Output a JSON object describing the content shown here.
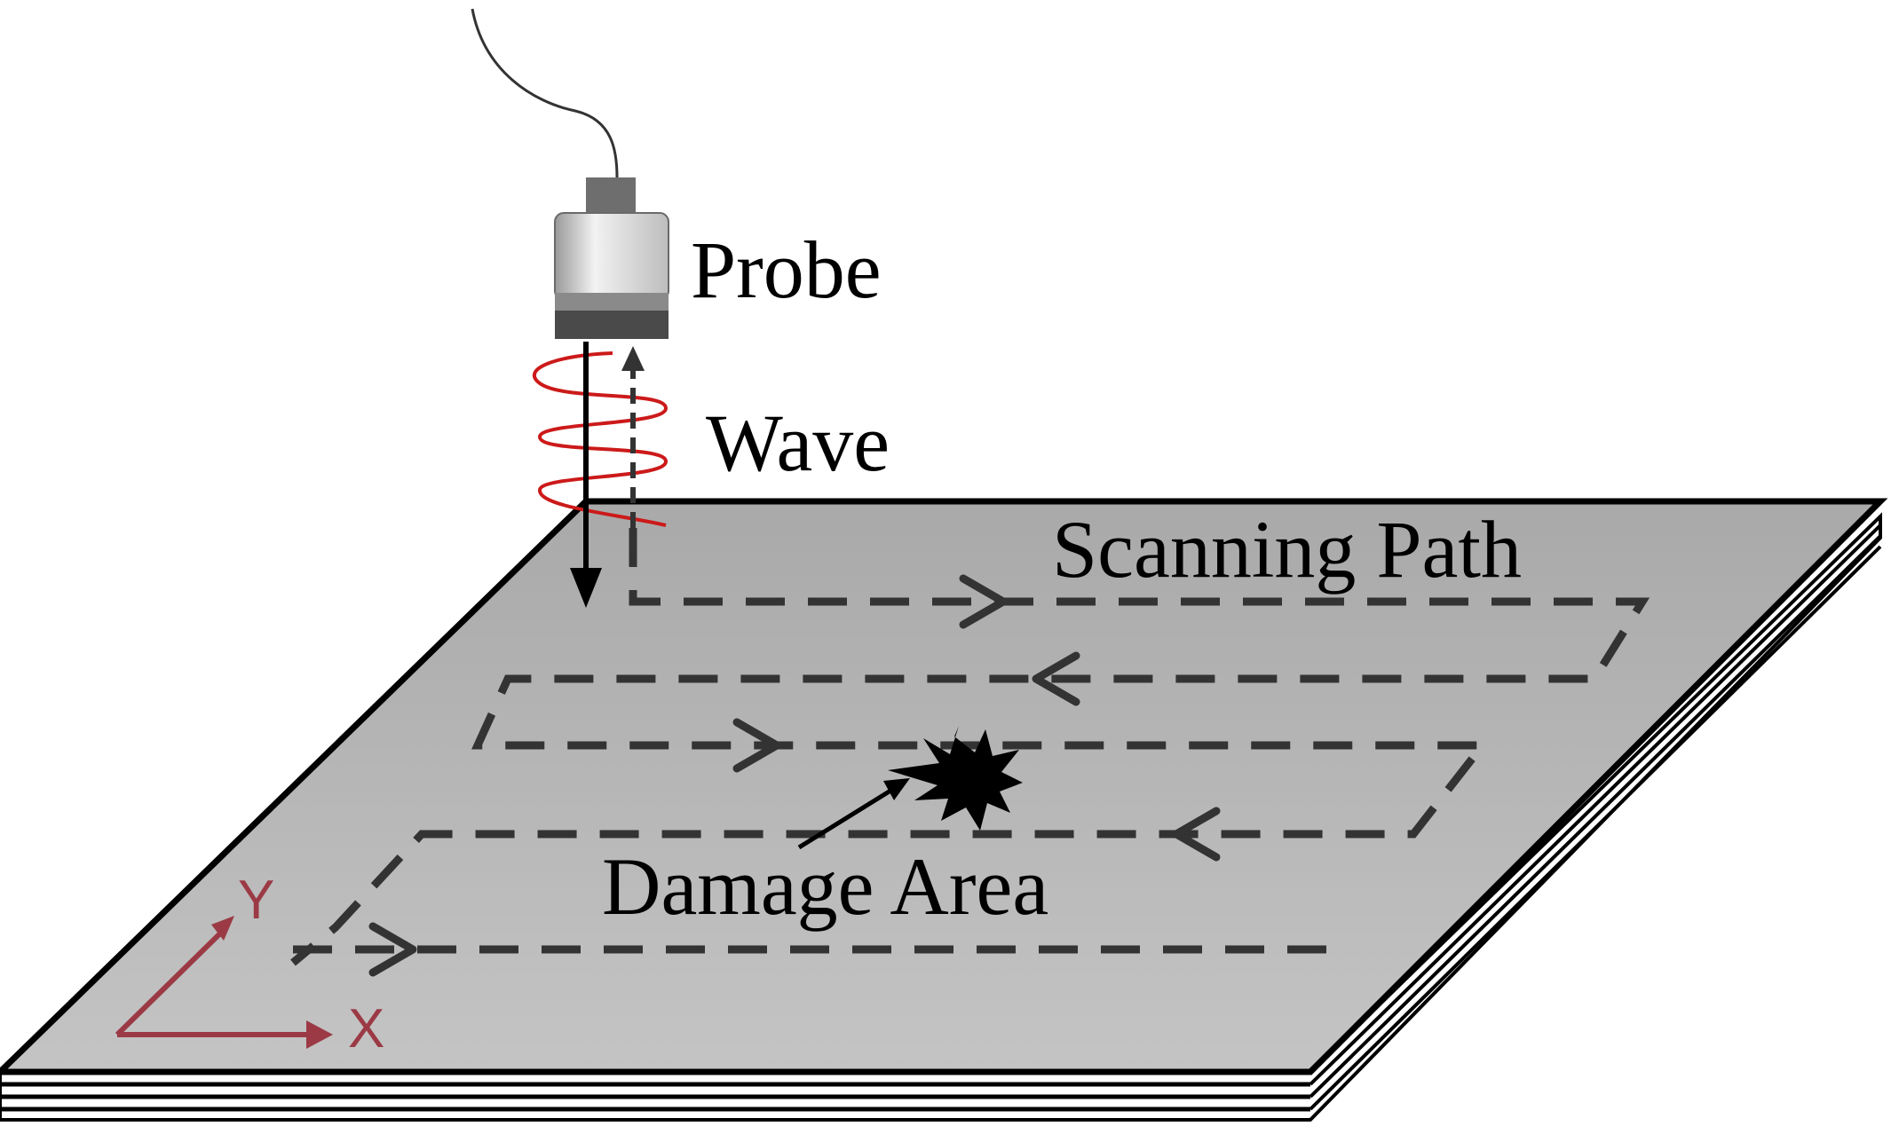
{
  "labels": {
    "probe": "Probe",
    "wave": "Wave",
    "scanning_path": "Scanning Path",
    "damage_area": "Damage Area"
  },
  "axes": {
    "x": "X",
    "y": "Y"
  },
  "colors": {
    "plate_fill": "#b3b3b3",
    "plate_edge": "#000000",
    "path_dash": "#333333",
    "wave": "#cc1a1a",
    "axis": "#9b3a45",
    "probe_body": "#d9d9d9",
    "probe_band": "#555555",
    "damage": "#000000"
  },
  "icons": {
    "probe": "ultrasonic-probe-icon",
    "damage": "damage-burst-icon"
  }
}
